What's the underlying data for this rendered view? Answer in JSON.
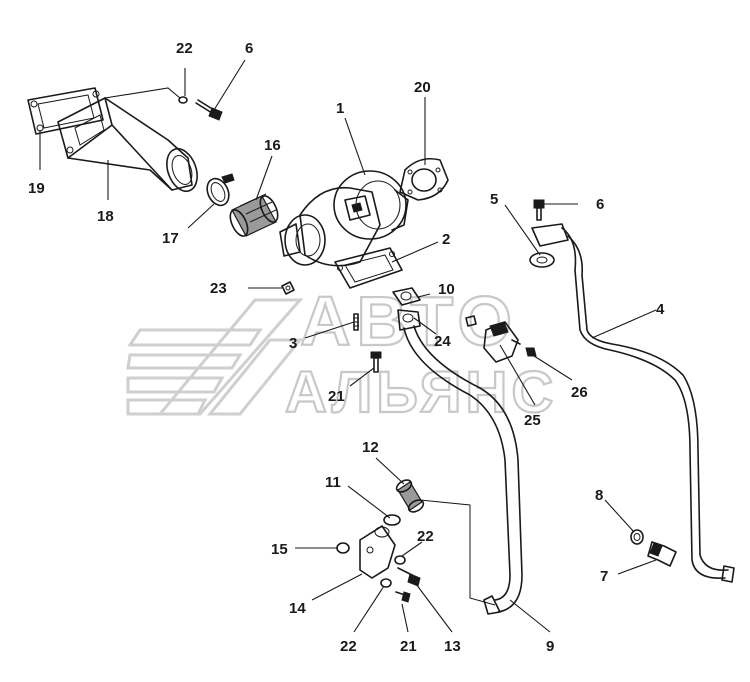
{
  "watermark": {
    "line1": "АВТО",
    "line2": "АЛЬЯНС"
  },
  "callouts": [
    {
      "id": "c19",
      "text": "19"
    },
    {
      "id": "c18",
      "text": "18"
    },
    {
      "id": "c22a",
      "text": "22"
    },
    {
      "id": "c6a",
      "text": "6"
    },
    {
      "id": "c1",
      "text": "1"
    },
    {
      "id": "c20",
      "text": "20"
    },
    {
      "id": "c16",
      "text": "16"
    },
    {
      "id": "c17",
      "text": "17"
    },
    {
      "id": "c2",
      "text": "2"
    },
    {
      "id": "c5",
      "text": "5"
    },
    {
      "id": "c6b",
      "text": "6"
    },
    {
      "id": "c23",
      "text": "23"
    },
    {
      "id": "c10",
      "text": "10"
    },
    {
      "id": "c4",
      "text": "4"
    },
    {
      "id": "c3",
      "text": "3"
    },
    {
      "id": "c24",
      "text": "24"
    },
    {
      "id": "c21a",
      "text": "21"
    },
    {
      "id": "c26",
      "text": "26"
    },
    {
      "id": "c25",
      "text": "25"
    },
    {
      "id": "c12",
      "text": "12"
    },
    {
      "id": "c11",
      "text": "11"
    },
    {
      "id": "c8",
      "text": "8"
    },
    {
      "id": "c15",
      "text": "15"
    },
    {
      "id": "c22b",
      "text": "22"
    },
    {
      "id": "c7",
      "text": "7"
    },
    {
      "id": "c14",
      "text": "14"
    },
    {
      "id": "c22c",
      "text": "22"
    },
    {
      "id": "c21b",
      "text": "21"
    },
    {
      "id": "c13",
      "text": "13"
    },
    {
      "id": "c9",
      "text": "9"
    }
  ]
}
